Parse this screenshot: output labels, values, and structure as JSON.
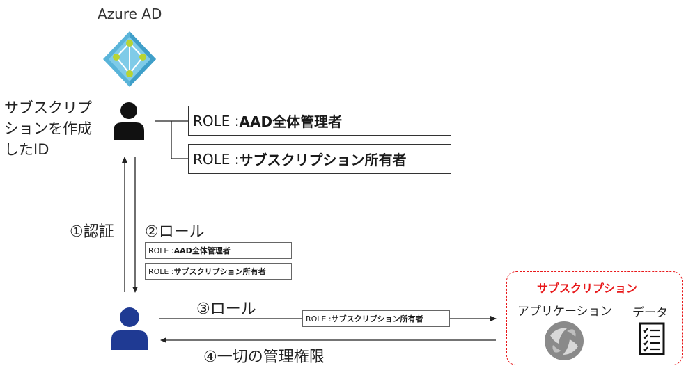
{
  "azure_ad": {
    "title": "Azure AD",
    "icon": "azure-ad-icon",
    "color": "#59b4d9"
  },
  "creator": {
    "label_lines": [
      "サブスクリプ",
      "ションを作成",
      "したID"
    ],
    "icon": "person-icon",
    "roles": [
      {
        "prefix": "ROLE : ",
        "name": "AAD全体管理者"
      },
      {
        "prefix": "ROLE : ",
        "name": "サブスクリプション所有者"
      }
    ]
  },
  "flow_1": {
    "label": "①認証"
  },
  "flow_2": {
    "label": "②ロール",
    "roles": [
      {
        "prefix": "ROLE : ",
        "name": "AAD全体管理者"
      },
      {
        "prefix": "ROLE : ",
        "name": "サブスクリプション所有者"
      }
    ]
  },
  "user": {
    "icon": "person-icon",
    "color": "#1f3a93"
  },
  "flow_3": {
    "label": "③ロール",
    "role": {
      "prefix": "ROLE : ",
      "name": "サブスクリプション所有者"
    }
  },
  "flow_4": {
    "label": "④一切の管理権限"
  },
  "subscription": {
    "title": "サブスクリプション",
    "title_color": "#e8181a",
    "application_label": "アプリケーション",
    "data_label": "データ",
    "application_icon": "app-service-icon",
    "data_icon": "checklist-icon"
  }
}
